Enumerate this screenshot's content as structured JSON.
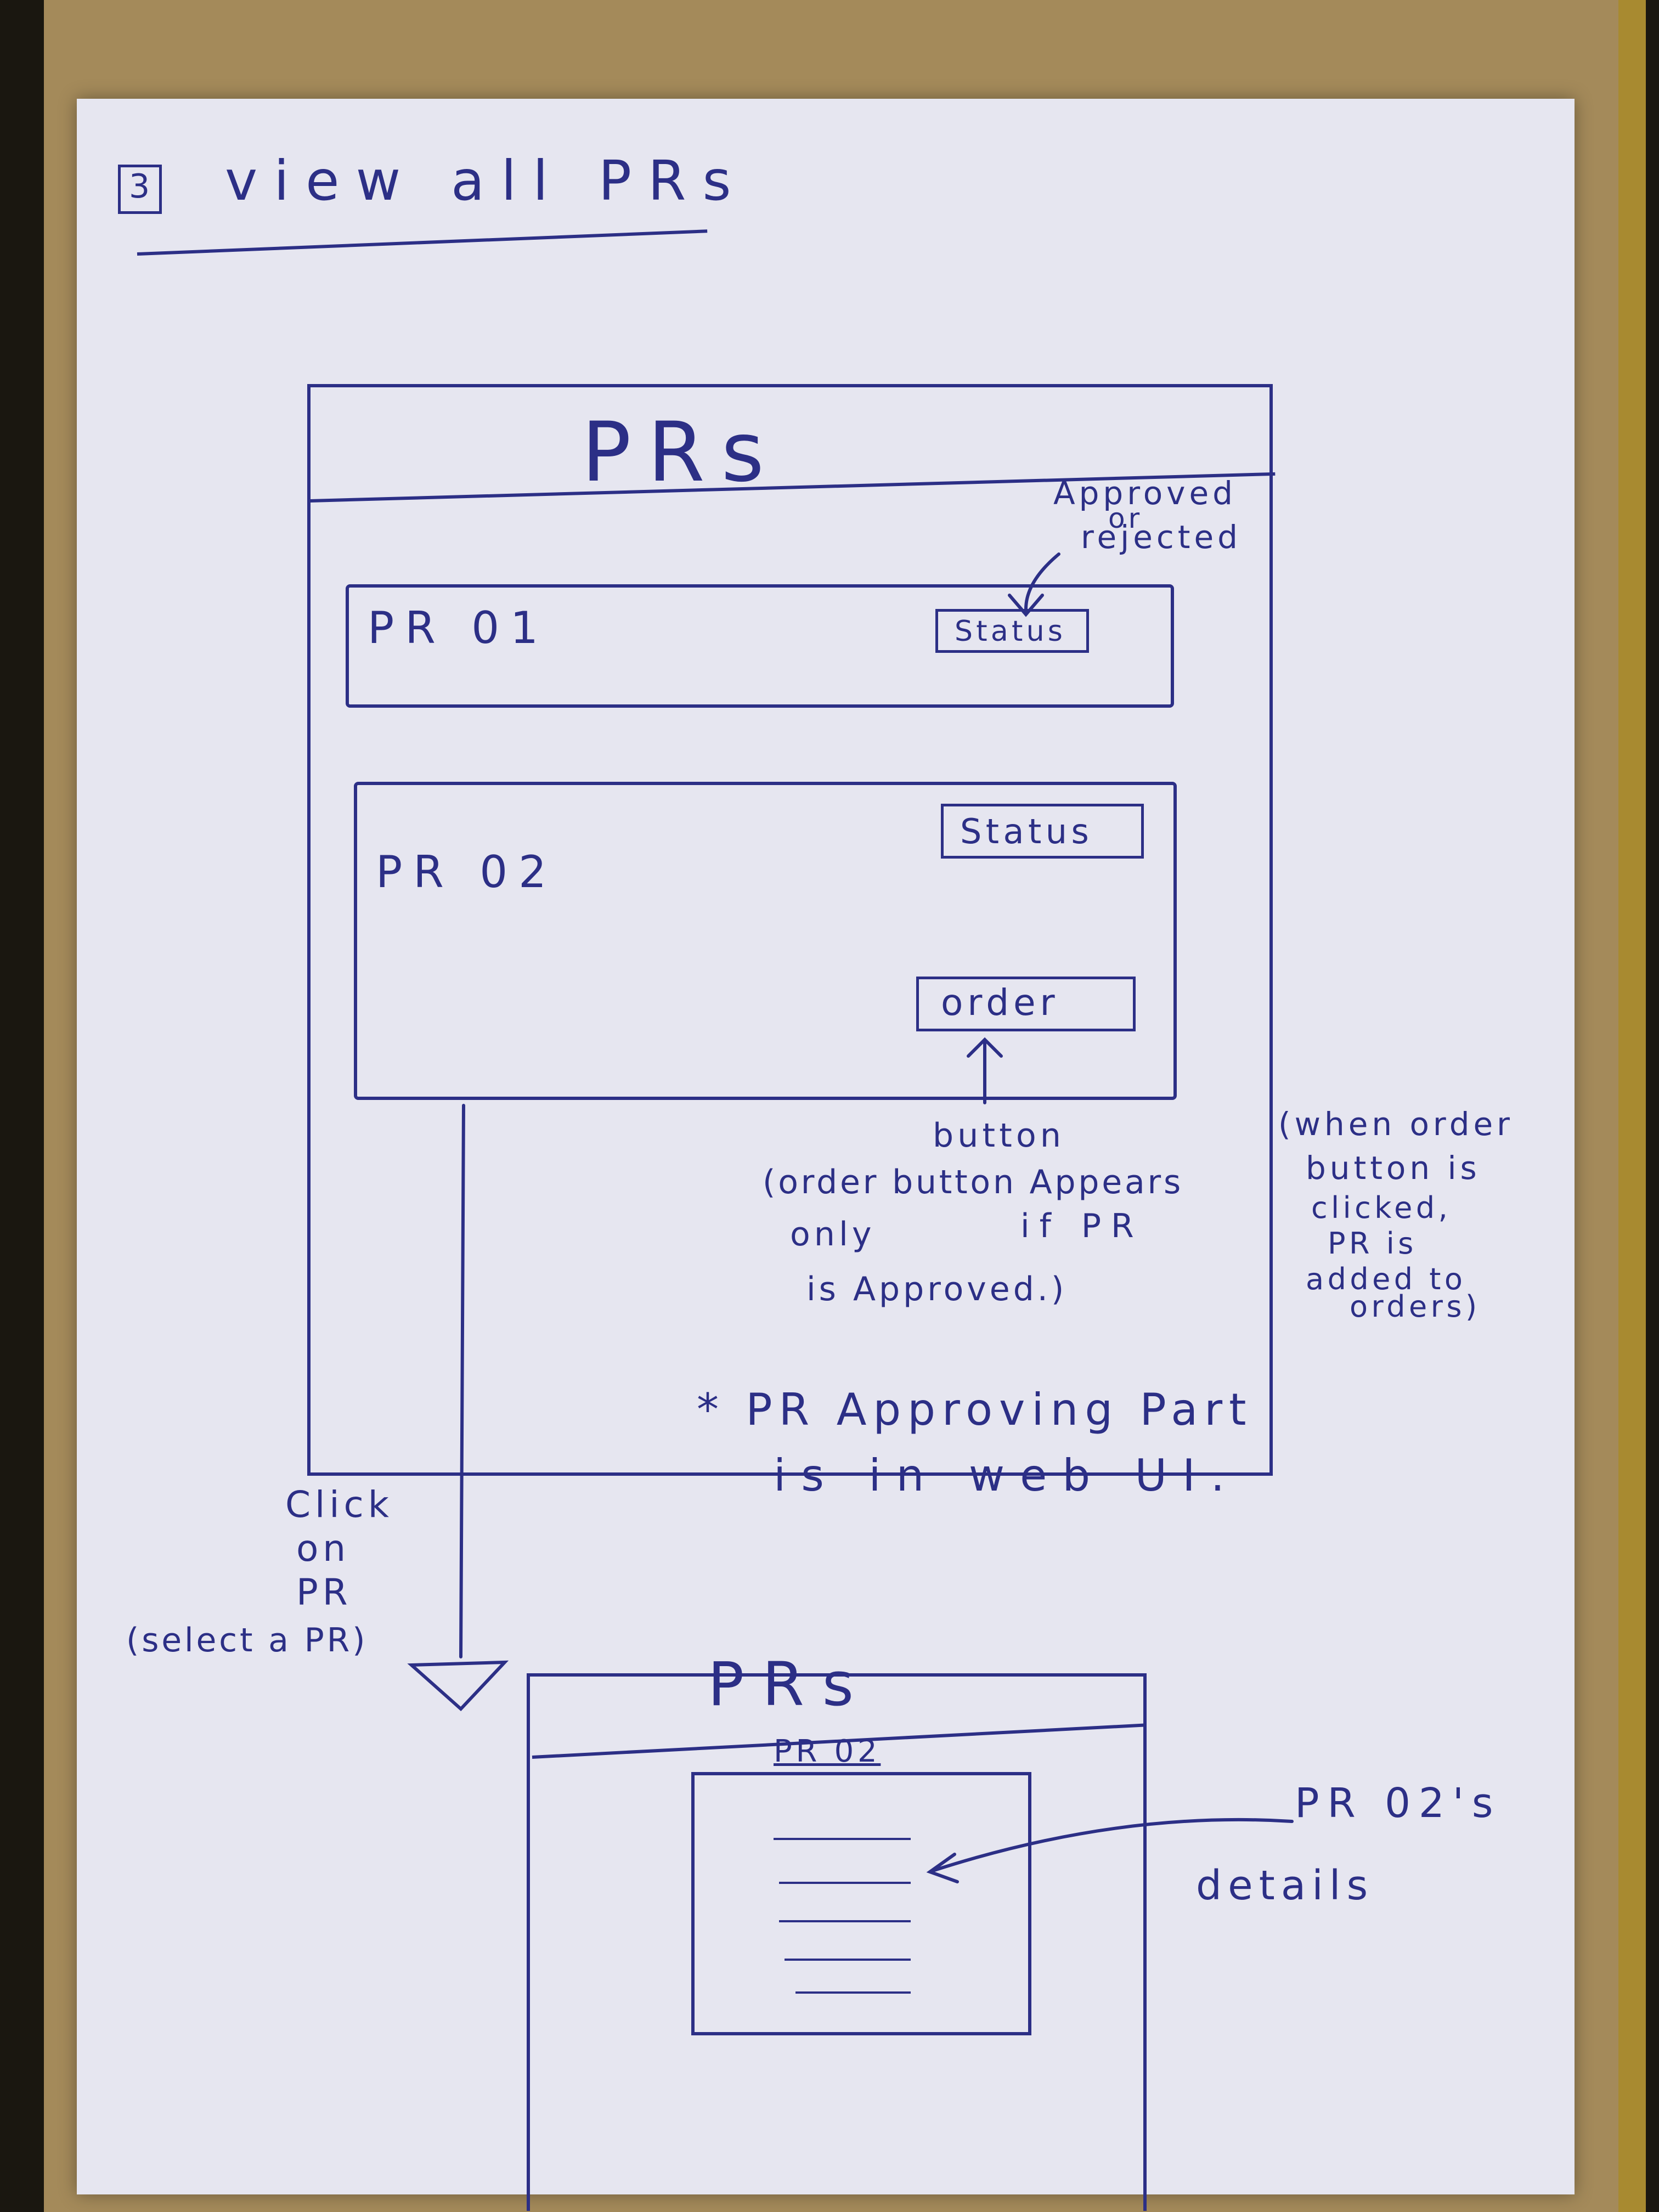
{
  "page": {
    "step_number": "3",
    "heading": "view all PRs"
  },
  "main_frame": {
    "title": "PRs",
    "status_note_line1": "Approved",
    "status_note_line2": "or",
    "status_note_line3": "rejected",
    "items": [
      {
        "label": "PR 01",
        "status_label": "Status"
      },
      {
        "label": "PR 02",
        "status_label": "Status",
        "order_label": "order"
      }
    ]
  },
  "annotations": {
    "button_note": "button",
    "order_note_line1": "(order button Appears",
    "order_note_line2": "only",
    "order_note_line2b": "if PR",
    "order_note_line3": "is Approved.)",
    "when_order_line1": "(when order",
    "when_order_line2": "button is",
    "when_order_line3": "clicked,",
    "when_order_line4": "PR is",
    "when_order_line5": "added to",
    "when_order_line6": "orders)",
    "approving_line1": "* PR Approving Part",
    "approving_line2": "is in web UI.",
    "click_line1": "Click",
    "click_line2": "on",
    "click_line3": "PR",
    "click_line4": "(select a PR)"
  },
  "detail_frame": {
    "title": "PRs",
    "item_label": "PR 02",
    "details_note_line1": "PR 02's",
    "details_note_line2": "details"
  },
  "colors": {
    "ink": "#2c2f86",
    "paper": "#e6e6f0",
    "cardboard": "#a48a5a"
  }
}
